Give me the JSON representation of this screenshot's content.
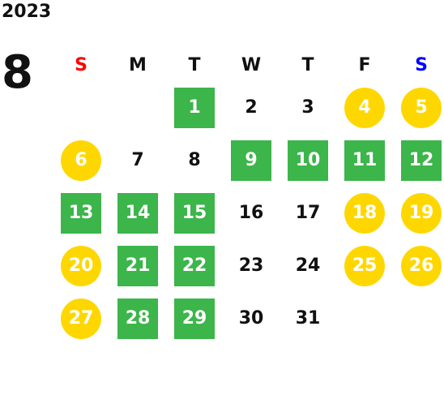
{
  "calendar": {
    "year": "2023",
    "month": "8",
    "weekdays": [
      {
        "label": "S",
        "color": "#ff0000"
      },
      {
        "label": "M",
        "color": "#111111"
      },
      {
        "label": "T",
        "color": "#111111"
      },
      {
        "label": "W",
        "color": "#111111"
      },
      {
        "label": "T",
        "color": "#111111"
      },
      {
        "label": "F",
        "color": "#111111"
      },
      {
        "label": "S",
        "color": "#0000ff"
      }
    ],
    "weeks": [
      [
        {
          "day": "",
          "style": "empty"
        },
        {
          "day": "",
          "style": "empty"
        },
        {
          "day": "1",
          "style": "green"
        },
        {
          "day": "2",
          "style": "plain"
        },
        {
          "day": "3",
          "style": "plain"
        },
        {
          "day": "4",
          "style": "yellow"
        },
        {
          "day": "5",
          "style": "yellow"
        }
      ],
      [
        {
          "day": "6",
          "style": "yellow"
        },
        {
          "day": "7",
          "style": "plain"
        },
        {
          "day": "8",
          "style": "plain"
        },
        {
          "day": "9",
          "style": "green"
        },
        {
          "day": "10",
          "style": "green"
        },
        {
          "day": "11",
          "style": "green"
        },
        {
          "day": "12",
          "style": "green"
        }
      ],
      [
        {
          "day": "13",
          "style": "green"
        },
        {
          "day": "14",
          "style": "green"
        },
        {
          "day": "15",
          "style": "green"
        },
        {
          "day": "16",
          "style": "plain"
        },
        {
          "day": "17",
          "style": "plain"
        },
        {
          "day": "18",
          "style": "yellow"
        },
        {
          "day": "19",
          "style": "yellow"
        }
      ],
      [
        {
          "day": "20",
          "style": "yellow"
        },
        {
          "day": "21",
          "style": "green"
        },
        {
          "day": "22",
          "style": "green"
        },
        {
          "day": "23",
          "style": "plain"
        },
        {
          "day": "24",
          "style": "plain"
        },
        {
          "day": "25",
          "style": "yellow"
        },
        {
          "day": "26",
          "style": "yellow"
        }
      ],
      [
        {
          "day": "27",
          "style": "yellow"
        },
        {
          "day": "28",
          "style": "green"
        },
        {
          "day": "29",
          "style": "green"
        },
        {
          "day": "30",
          "style": "plain"
        },
        {
          "day": "31",
          "style": "plain"
        },
        {
          "day": "",
          "style": "empty"
        },
        {
          "day": "",
          "style": "empty"
        }
      ]
    ]
  }
}
